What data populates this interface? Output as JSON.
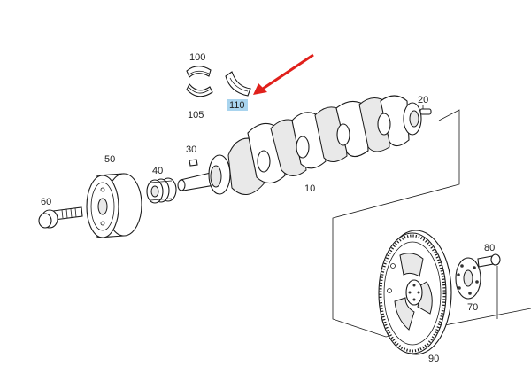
{
  "diagram": {
    "highlight_color": "#a9d4ee",
    "arrow_color": "#e0201b",
    "callouts": [
      {
        "id": "upper-bearing-shell",
        "label": "100"
      },
      {
        "id": "lower-bearing-shell",
        "label": "105"
      },
      {
        "id": "thrust-bearing-shell",
        "label": "110",
        "highlighted": true
      },
      {
        "id": "dowel-pin",
        "label": "20"
      },
      {
        "id": "woodruff-key",
        "label": "30"
      },
      {
        "id": "crankshaft-gear",
        "label": "40"
      },
      {
        "id": "vibration-damper",
        "label": "50"
      },
      {
        "id": "central-bolt",
        "label": "60"
      },
      {
        "id": "flywheel-bolt",
        "label": "80"
      },
      {
        "id": "retaining-plate",
        "label": "70"
      },
      {
        "id": "flywheel",
        "label": "90"
      },
      {
        "id": "crankshaft",
        "label": "10"
      }
    ]
  }
}
